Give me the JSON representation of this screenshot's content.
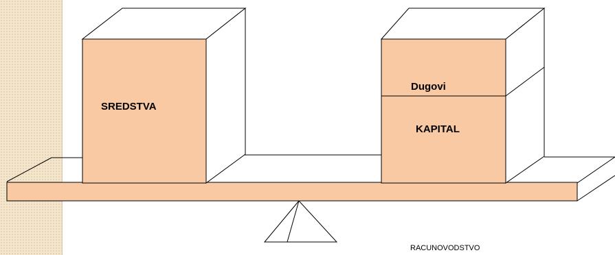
{
  "left_box": {
    "label": "SREDSTVA"
  },
  "right_box": {
    "top_label": "Dugovi",
    "bottom_label": "KAPITAL"
  },
  "footer": {
    "text": "RACUNOVODSTVO"
  },
  "colors": {
    "box_fill": "#f9c9a4",
    "outline": "#000000",
    "strip": "#f3e6cc"
  }
}
